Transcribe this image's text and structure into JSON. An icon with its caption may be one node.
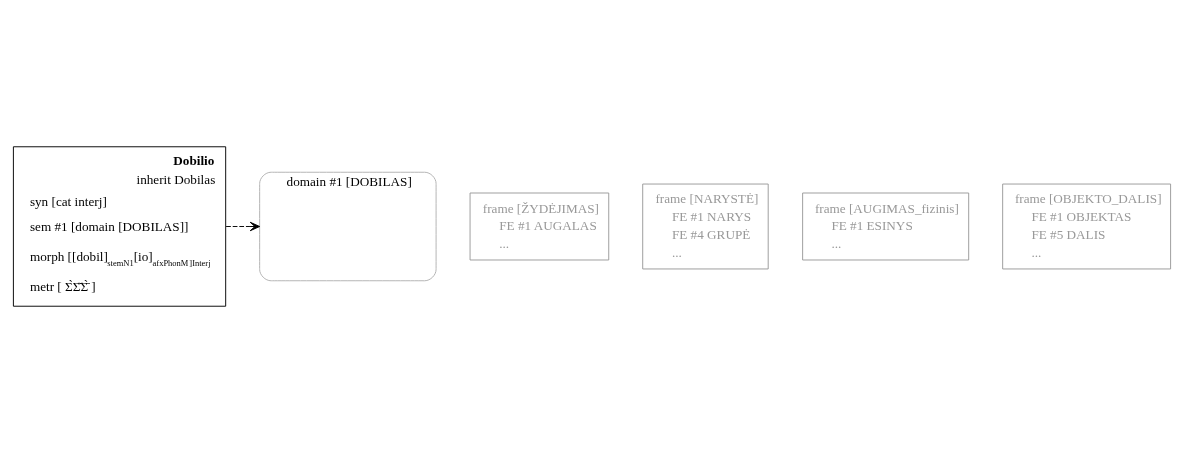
{
  "diagram": {
    "nodes": [
      {
        "text": [
          "Dobilio",
          "inherit Dobilas",
          "syn [cat interj]",
          "sem #1 [domain [DOBILAS]]",
          "morph [[dobil]$_{stemN1}$[io]$_{afxPhonM}$]$_{Interj}$",
          "metr [ Σ̀Σ̆Σ̄̀ ]"
        ]
      },
      {
        "text": [
          "domain #1 [DOBILAS]"
        ]
      },
      {
        "text": [
          "frame [ŽYDĖJIMAS]",
          "FE #1 AUGALAS",
          "..."
        ]
      },
      {
        "text": [
          "frame [NARYSTĖ]",
          "FE #1 NARYS",
          "FE #4 GRUPĖ",
          "..."
        ]
      },
      {
        "text": [
          "frame [AUGIMAS_fizinis]",
          "FE #1 ESINYS",
          "..."
        ]
      },
      {
        "text": [
          "frame [OBJEKTO_DALIS]",
          "FE #1 OBJEKTAS",
          "FE #5 DALIS",
          "..."
        ]
      }
    ],
    "edges": [
      {
        "from": 0,
        "to": 1,
        "arrow": "to",
        "style": "dashed"
      }
    ]
  }
}
